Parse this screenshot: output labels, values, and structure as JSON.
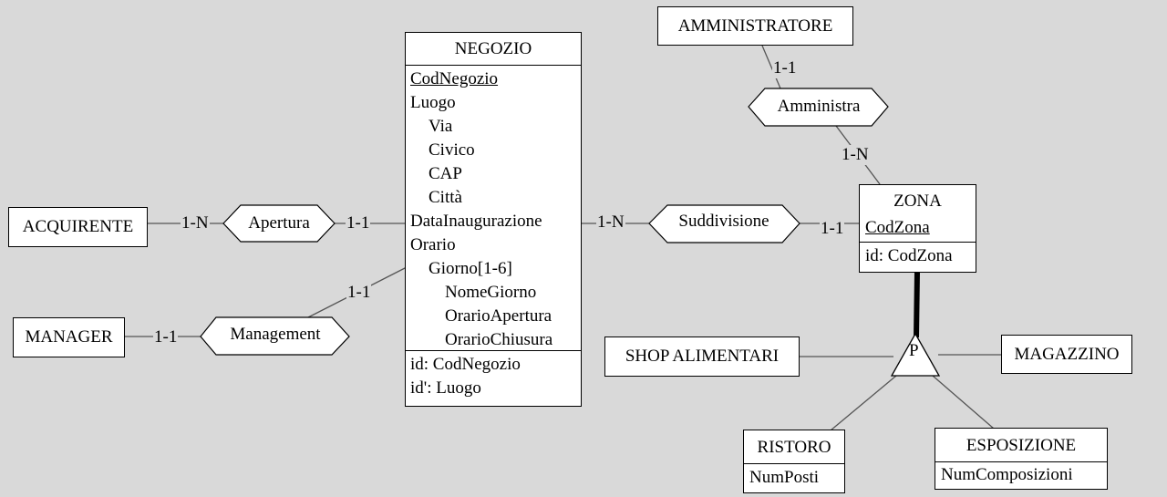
{
  "entities": {
    "negozio": {
      "title": "NEGOZIO",
      "attributes": [
        "CodNegozio",
        "Luogo",
        "Via",
        "Civico",
        "CAP",
        "Città",
        "DataInaugurazione",
        "Orario",
        "Giorno[1-6]",
        "NomeGiorno",
        "OrarioApertura",
        "OrarioChiusura"
      ],
      "identifiers": [
        "id: CodNegozio",
        "id': Luogo"
      ]
    },
    "amministratore": {
      "title": "AMMINISTRATORE"
    },
    "zona": {
      "title": "ZONA",
      "key": "CodZona",
      "identifier": "id: CodZona"
    },
    "acquirente": {
      "title": "ACQUIRENTE"
    },
    "manager": {
      "title": "MANAGER"
    },
    "shop_alimentari": {
      "title": "SHOP ALIMENTARI"
    },
    "magazzino": {
      "title": "MAGAZZINO"
    },
    "ristoro": {
      "title": "RISTORO",
      "attribute": "NumPosti"
    },
    "esposizione": {
      "title": "ESPOSIZIONE",
      "attribute": "NumComposizioni"
    }
  },
  "relationships": {
    "apertura": "Apertura",
    "management": "Management",
    "suddivisione": "Suddivisione",
    "amministra": "Amministra"
  },
  "cardinalities": {
    "acquirente_apertura": "1-N",
    "apertura_negozio": "1-1",
    "management_negozio": "1-1",
    "manager_management": "1-1",
    "negozio_suddivisione": "1-N",
    "suddivisione_zona": "1-1",
    "amministratore_amministra": "1-1",
    "amministra_zona": "1-N"
  },
  "generalization": {
    "coverage": "P"
  }
}
